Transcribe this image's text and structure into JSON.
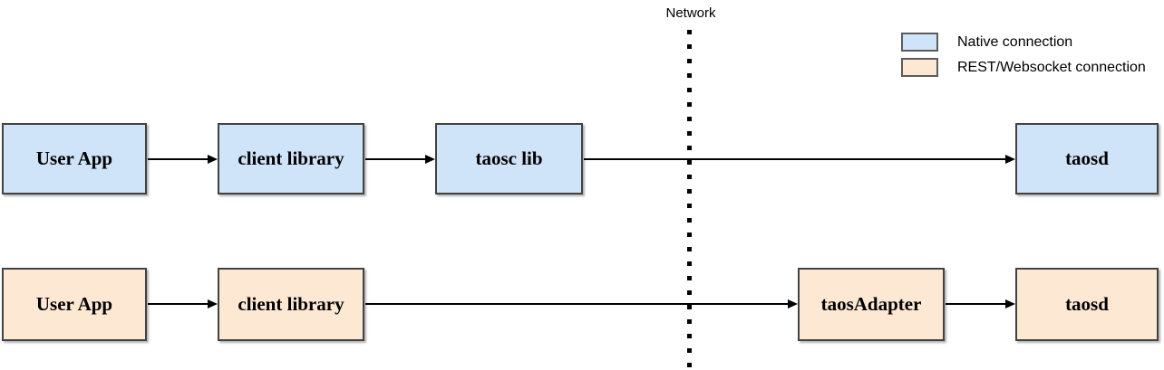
{
  "network_label": "Network",
  "legend": {
    "items": [
      {
        "id": "native",
        "label": "Native connection",
        "color": "#cfe3f9"
      },
      {
        "id": "rest",
        "label": "REST/Websocket connection",
        "color": "#fce8d3"
      }
    ]
  },
  "colors": {
    "native_fill": "#cfe3f9",
    "rest_fill": "#fce8d3",
    "box_border": "#424242",
    "arrow": "#000000",
    "divider": "#000000",
    "background": "#ffffff"
  },
  "native_row": {
    "user_app": "User App",
    "client_library": "client library",
    "taosc_lib": "taosc lib",
    "taosd": "taosd"
  },
  "rest_row": {
    "user_app": "User App",
    "client_library": "client library",
    "taosadapter": "taosAdapter",
    "taosd": "taosd"
  }
}
